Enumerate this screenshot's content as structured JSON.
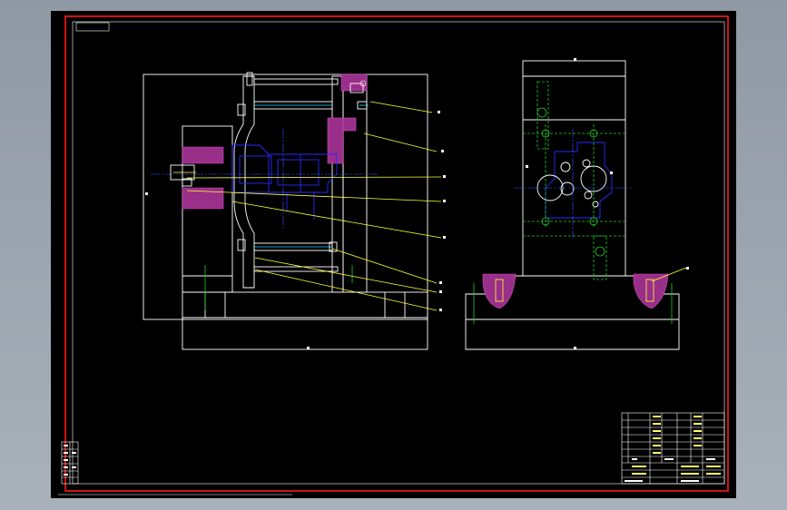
{
  "window": {
    "background": "#000000",
    "frame_color": "#ff1a1a"
  },
  "colors": {
    "outline": "#ffffff",
    "leader": "#ffff33",
    "part_blue": "#2a2aff",
    "part_cyan": "#22d0ff",
    "hidden_green": "#22cc22",
    "section_magenta": "#9a2f8a"
  },
  "drawing": {
    "icons": [
      "sectional-view-left",
      "side-view-right",
      "title-block",
      "revision-block"
    ]
  }
}
